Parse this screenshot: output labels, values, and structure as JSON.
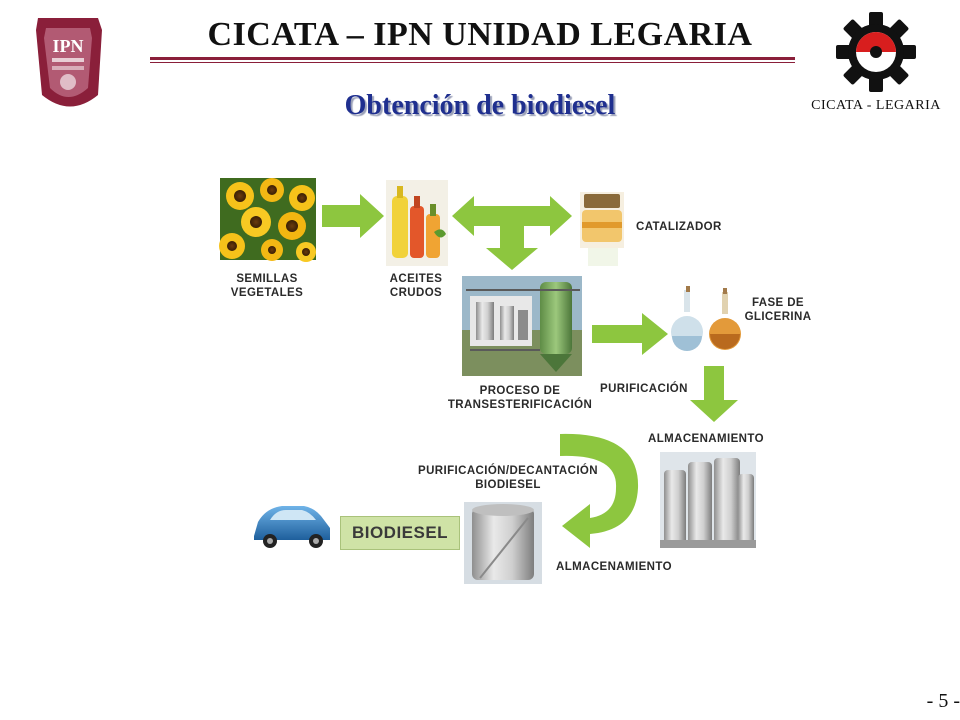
{
  "header": {
    "title": "CICATA – IPN UNIDAD LEGARIA",
    "subtitle": "Obtención de biodiesel",
    "brand_caption": "CICATA - LEGARIA",
    "logo_text": "IPN"
  },
  "diagram": {
    "labels": {
      "seeds": [
        "SEMILLAS",
        "VEGETALES"
      ],
      "oils": [
        "ACEITES",
        "CRUDOS"
      ],
      "catalyst": "CATALIZADOR",
      "glycerin": [
        "FASE DE",
        "GLICERINA"
      ],
      "transesterification": [
        "PROCESO DE",
        "TRANSESTERIFICACIÓN"
      ],
      "purification": "PURIFICACIÓN",
      "storage_1": "ALMACENAMIENTO",
      "decantation": [
        "PURIFICACIÓN/DECANTACIÓN",
        "BIODIESEL"
      ],
      "storage_2": "ALMACENAMIENTO",
      "biodiesel": "BIODIESEL"
    }
  },
  "footer": {
    "page_number": "- 5 -"
  },
  "colors": {
    "arrow_green": "#8dc63f",
    "title_blue": "#1f2f8f",
    "ipn_maroon": "#8a1f3a"
  }
}
